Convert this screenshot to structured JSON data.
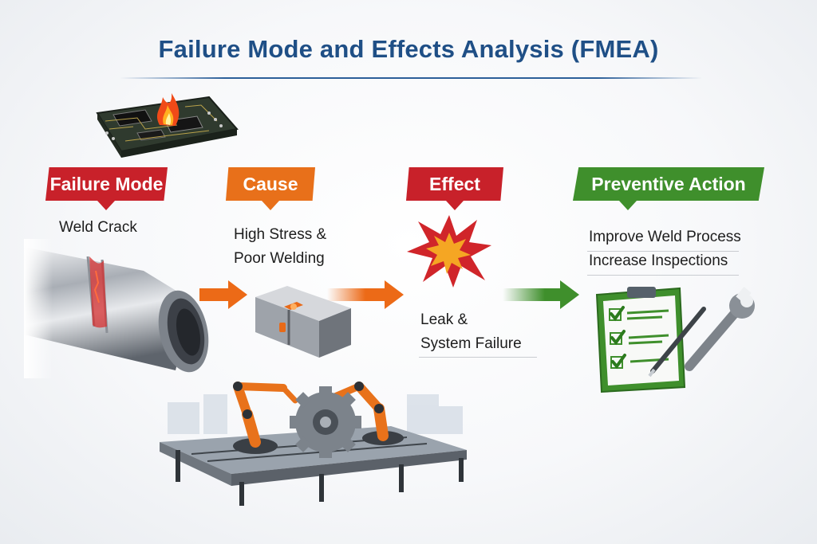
{
  "title": "Failure Mode and Effects Analysis (FMEA)",
  "stages": [
    {
      "label": "Failure Mode",
      "color": "#c8212a",
      "lines": [
        "Weld Crack"
      ],
      "icon": "cracked-pipe-icon"
    },
    {
      "label": "Cause",
      "color": "#e8701a",
      "lines": [
        "High Stress &",
        "Poor Welding"
      ],
      "icon": "metal-block-icon"
    },
    {
      "label": "Effect",
      "color": "#c8212a",
      "lines": [
        "Leak &",
        "System Failure"
      ],
      "icon": "explosion-icon"
    },
    {
      "label": "Preventive Action",
      "color": "#3f8f2c",
      "lines": [
        "Improve Weld Process",
        "Increase Inspections"
      ],
      "icon": "checklist-wrench-icon"
    }
  ],
  "decor": {
    "top_image": "burning-circuit-board-icon",
    "bottom_image": "robotic-assembly-line-icon",
    "arrows": [
      "orange-arrow-icon",
      "orange-arrow-icon",
      "green-arrow-icon"
    ]
  }
}
